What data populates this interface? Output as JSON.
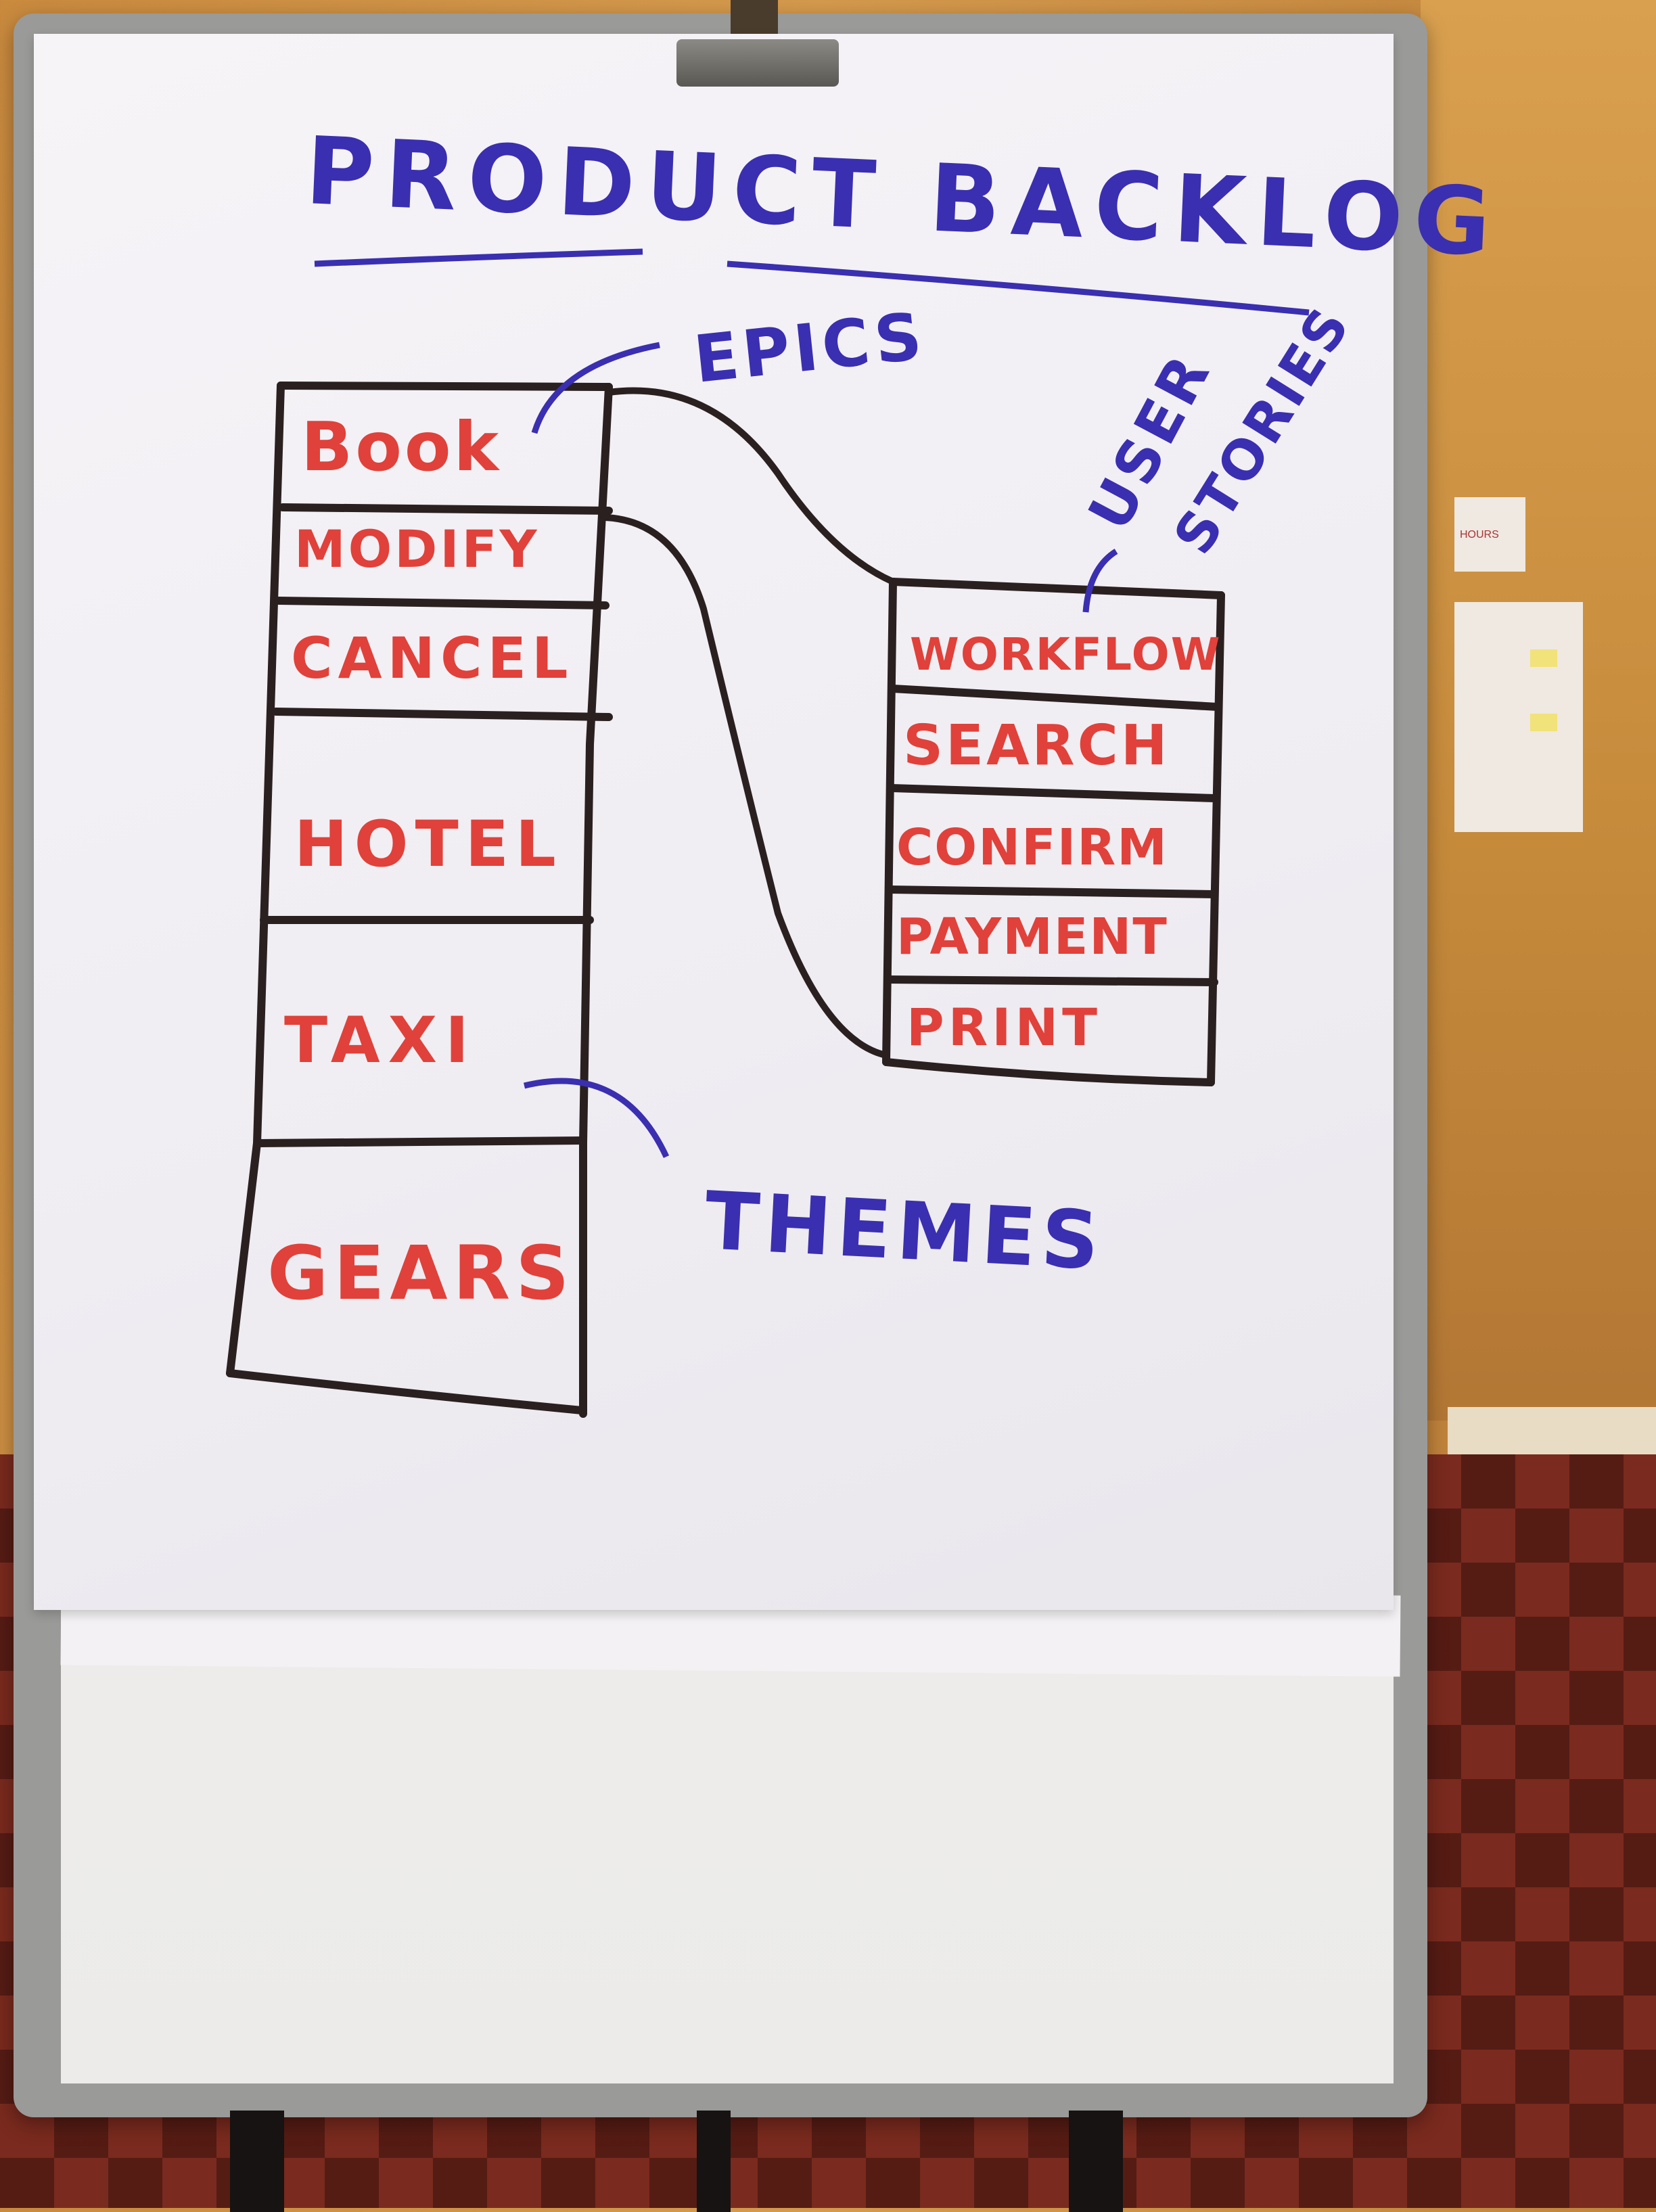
{
  "title": "PRODUCT BACKLOG",
  "labels": {
    "epics": "EPICS",
    "user_stories_line1": "USER",
    "user_stories_line2": "STORIES",
    "themes": "THEMES"
  },
  "themes_column": [
    "Book",
    "MODIFY",
    "CANCEL",
    "HOTEL",
    "TAXI",
    "GEARS"
  ],
  "stories_column": [
    "WORKFLOW",
    "SEARCH",
    "CONFIRM",
    "PAYMENT",
    "PRINT"
  ],
  "wall_note": "HOURS",
  "colors": {
    "heading_ink": "#3a2fb0",
    "item_ink": "#e0413a",
    "box_ink": "#2a2020"
  }
}
